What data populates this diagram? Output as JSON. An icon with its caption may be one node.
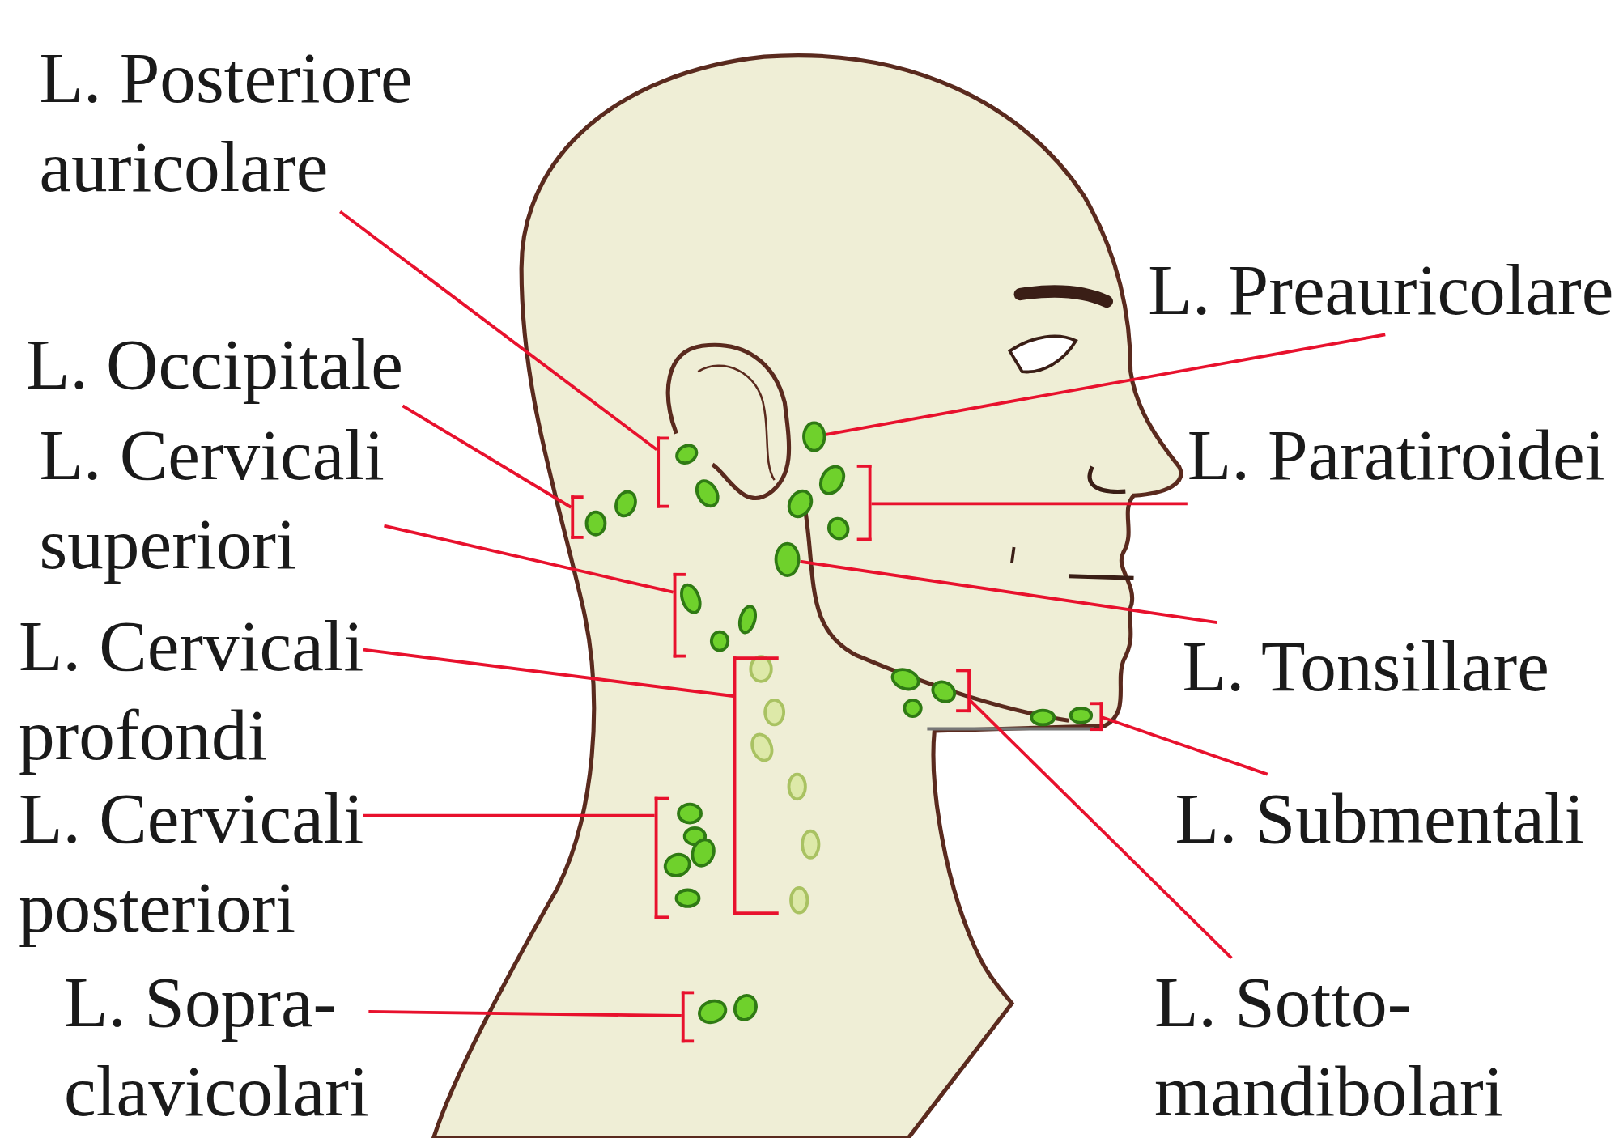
{
  "diagram": {
    "nodes": [
      {
        "text": [
          "L. Posteriore auricolare"
        ]
      },
      {
        "text": [
          "L. Occipitale"
        ]
      },
      {
        "text": [
          "L. Cervicali superiori"
        ]
      },
      {
        "text": [
          "L. Cervicali profondi"
        ]
      },
      {
        "text": [
          "L. Cervicali posteriori"
        ]
      },
      {
        "text": [
          "L. Sopra- clavicolari"
        ]
      },
      {
        "text": [
          "L. Preauricolare"
        ]
      },
      {
        "text": [
          "L. Paratiroidei"
        ]
      },
      {
        "text": [
          "L. Tonsillare"
        ]
      },
      {
        "text": [
          "L. Submentali"
        ]
      },
      {
        "text": [
          "L. Sotto- mandibolari"
        ]
      },
      {
        "text": [],
        "shape": "bracket"
      },
      {
        "text": [],
        "shape": "bracket"
      },
      {
        "text": [],
        "shape": "bracket"
      },
      {
        "text": [],
        "shape": "bracket"
      },
      {
        "text": [],
        "shape": "bracket"
      },
      {
        "text": [],
        "shape": "bracket"
      },
      {
        "text": [],
        "shape": "ellipse"
      },
      {
        "text": [],
        "shape": "bracket"
      },
      {
        "text": [],
        "shape": "ellipse"
      },
      {
        "text": [],
        "shape": "bracket"
      },
      {
        "text": [],
        "shape": "bracket"
      }
    ],
    "edges": [
      {
        "from": 0,
        "to": 11,
        "arrow": "none"
      },
      {
        "from": 1,
        "to": 12,
        "arrow": "none"
      },
      {
        "from": 2,
        "to": 13,
        "arrow": "none"
      },
      {
        "from": 3,
        "to": 14,
        "arrow": "none"
      },
      {
        "from": 4,
        "to": 15,
        "arrow": "none"
      },
      {
        "from": 5,
        "to": 16,
        "arrow": "none"
      },
      {
        "from": 6,
        "to": 17,
        "arrow": "none"
      },
      {
        "from": 7,
        "to": 18,
        "arrow": "none"
      },
      {
        "from": 8,
        "to": 19,
        "arrow": "none"
      },
      {
        "from": 9,
        "to": 20,
        "arrow": "none"
      },
      {
        "from": 10,
        "to": 21,
        "arrow": "none"
      }
    ]
  }
}
